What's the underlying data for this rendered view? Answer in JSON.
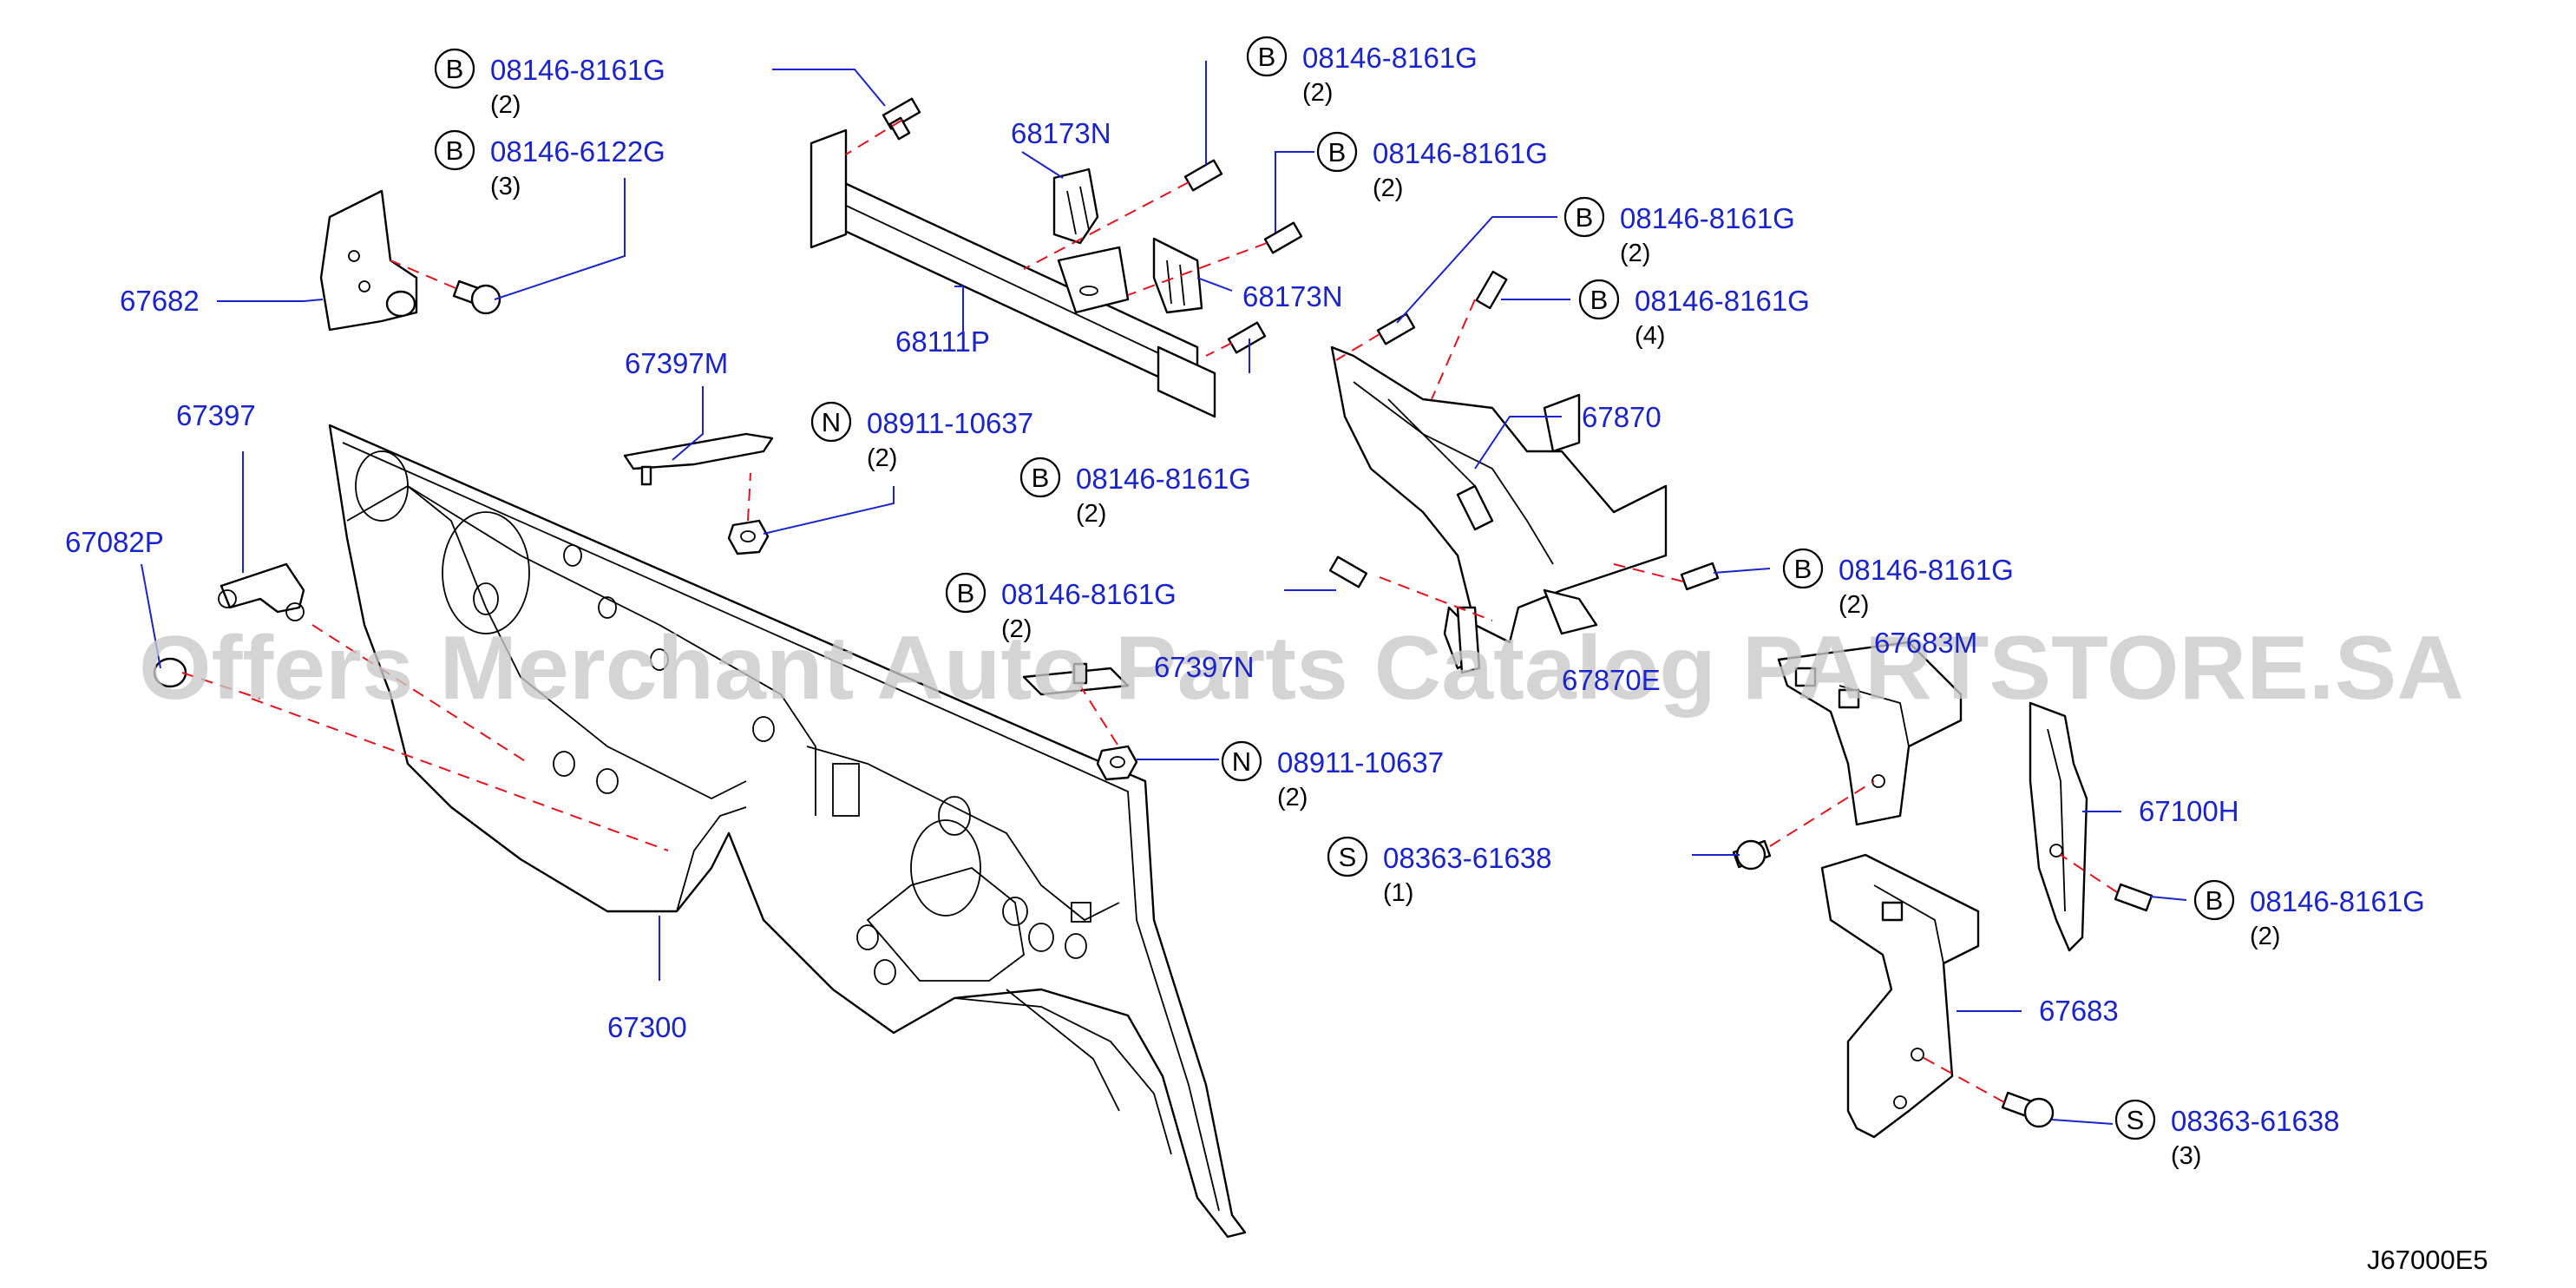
{
  "watermark": "Offers Merchant Auto Parts Catalog PARTSTORE.SA",
  "diagram_code": "J67000E5",
  "callouts": [
    {
      "id": "c1",
      "symbol": "B",
      "part": "08146-8161G",
      "qty": "(2)"
    },
    {
      "id": "c2",
      "symbol": "B",
      "part": "08146-6122G",
      "qty": "(3)"
    },
    {
      "id": "c3",
      "symbol": "B",
      "part": "08146-8161G",
      "qty": "(2)"
    },
    {
      "id": "c4",
      "symbol": "B",
      "part": "08146-8161G",
      "qty": "(2)"
    },
    {
      "id": "c5",
      "symbol": "B",
      "part": "08146-8161G",
      "qty": "(2)"
    },
    {
      "id": "c6",
      "symbol": "B",
      "part": "08146-8161G",
      "qty": "(4)"
    },
    {
      "id": "c7",
      "symbol": "N",
      "part": "08911-10637",
      "qty": "(2)"
    },
    {
      "id": "c8",
      "symbol": "B",
      "part": "08146-8161G",
      "qty": "(2)"
    },
    {
      "id": "c9",
      "symbol": "B",
      "part": "08146-8161G",
      "qty": "(2)"
    },
    {
      "id": "c10",
      "symbol": "B",
      "part": "08146-8161G",
      "qty": "(2)"
    },
    {
      "id": "c11",
      "symbol": "N",
      "part": "08911-10637",
      "qty": "(2)"
    },
    {
      "id": "c12",
      "symbol": "S",
      "part": "08363-61638",
      "qty": "(1)"
    },
    {
      "id": "c13",
      "symbol": "B",
      "part": "08146-8161G",
      "qty": "(2)"
    },
    {
      "id": "c14",
      "symbol": "S",
      "part": "08363-61638",
      "qty": "(3)"
    }
  ],
  "part_labels": [
    {
      "id": "p67682",
      "text": "67682"
    },
    {
      "id": "p68173a",
      "text": "68173N"
    },
    {
      "id": "p68173b",
      "text": "68173N"
    },
    {
      "id": "p68111",
      "text": "68111P"
    },
    {
      "id": "p67397m",
      "text": "67397M"
    },
    {
      "id": "p67397",
      "text": "67397"
    },
    {
      "id": "p67082",
      "text": "67082P"
    },
    {
      "id": "p67870",
      "text": "67870"
    },
    {
      "id": "p67683m",
      "text": "67683M"
    },
    {
      "id": "p67870x",
      "text": "67870E"
    },
    {
      "id": "p67397n",
      "text": "67397N"
    },
    {
      "id": "p67100",
      "text": "67100H"
    },
    {
      "id": "p67683",
      "text": "67683"
    },
    {
      "id": "p67300",
      "text": "67300"
    }
  ]
}
